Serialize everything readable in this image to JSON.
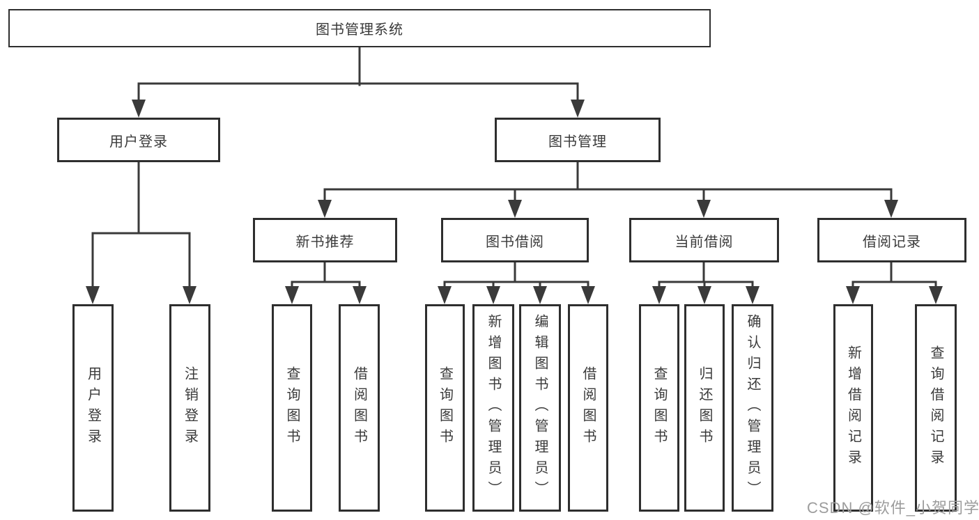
{
  "diagram": {
    "root": {
      "label": "图书管理系统",
      "children": [
        {
          "label": "用户登录",
          "children": [
            {
              "label": "用户登录"
            },
            {
              "label": "注销登录"
            }
          ]
        },
        {
          "label": "图书管理",
          "children": [
            {
              "label": "新书推荐",
              "children": [
                {
                  "label": "查询图书"
                },
                {
                  "label": "借阅图书"
                }
              ]
            },
            {
              "label": "图书借阅",
              "children": [
                {
                  "label": "查询图书"
                },
                {
                  "label": "新增图书（管理员）"
                },
                {
                  "label": "编辑图书（管理员）"
                },
                {
                  "label": "借阅图书"
                }
              ]
            },
            {
              "label": "当前借阅",
              "children": [
                {
                  "label": "查询图书"
                },
                {
                  "label": "归还图书"
                },
                {
                  "label": "确认归还（管理员）"
                }
              ]
            },
            {
              "label": "借阅记录",
              "children": [
                {
                  "label": "新增借阅记录"
                },
                {
                  "label": "查询借阅记录"
                }
              ]
            }
          ]
        }
      ]
    }
  },
  "watermark": {
    "text": "CSDN @软件_小贺同学"
  },
  "colors": {
    "line": "#3a3a3a",
    "box_border": "#2e2e2e",
    "text": "#3a3a3a",
    "background": "#ffffff",
    "watermark": "#9c9c9c"
  }
}
